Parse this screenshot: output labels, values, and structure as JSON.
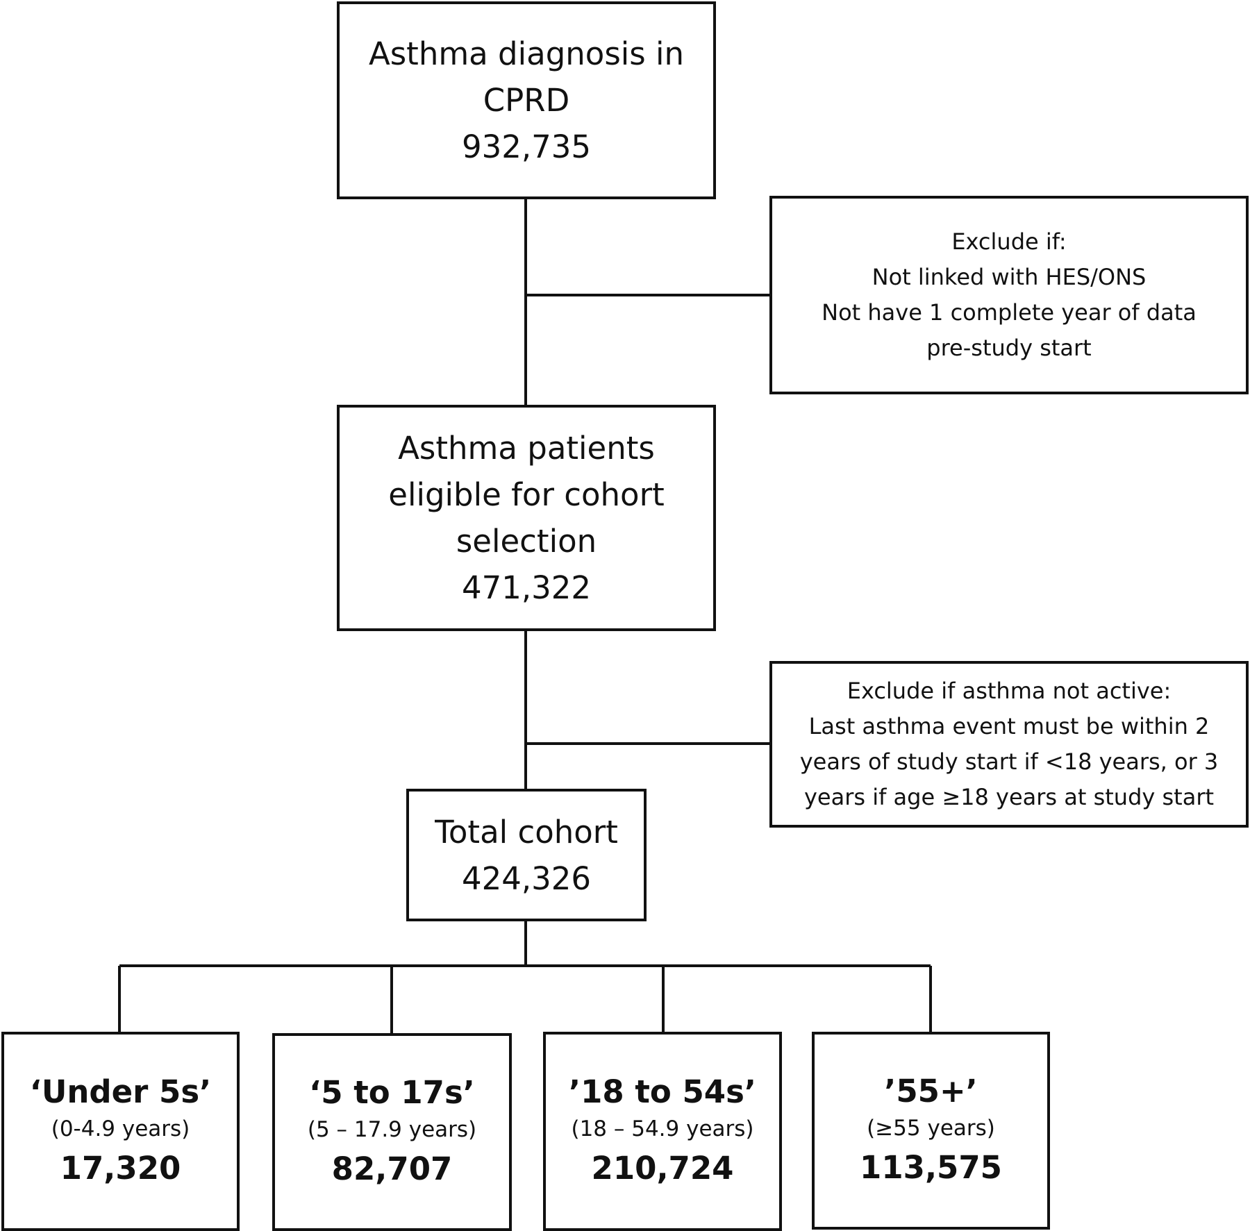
{
  "flowchart": {
    "start": {
      "line1": "Asthma diagnosis in",
      "line2": "CPRD",
      "count": "932,735"
    },
    "exclusion1": {
      "heading": "Exclude if:",
      "line1": "Not linked with HES/ONS",
      "line2": "Not have 1 complete year of data",
      "line3": "pre-study start"
    },
    "eligible": {
      "line1": "Asthma patients",
      "line2": "eligible for cohort",
      "line3": "selection",
      "count": "471,322"
    },
    "exclusion2": {
      "heading": "Exclude if asthma not active:",
      "line1": "Last asthma event must be within 2",
      "line2": "years of study start if <18 years, or 3",
      "line3": "years if age ≥18 years at study start"
    },
    "total": {
      "label": "Total cohort",
      "count": "424,326"
    },
    "groups": [
      {
        "title": "‘Under 5s’",
        "range": "(0-4.9 years)",
        "count": "17,320"
      },
      {
        "title": "‘5 to 17s’",
        "range": "(5 – 17.9 years)",
        "count": "82,707"
      },
      {
        "title": "’18 to 54s’",
        "range": "(18 – 54.9 years)",
        "count": "210,724"
      },
      {
        "title": "’55+’",
        "range": "(≥55 years)",
        "count": "113,575"
      }
    ]
  }
}
